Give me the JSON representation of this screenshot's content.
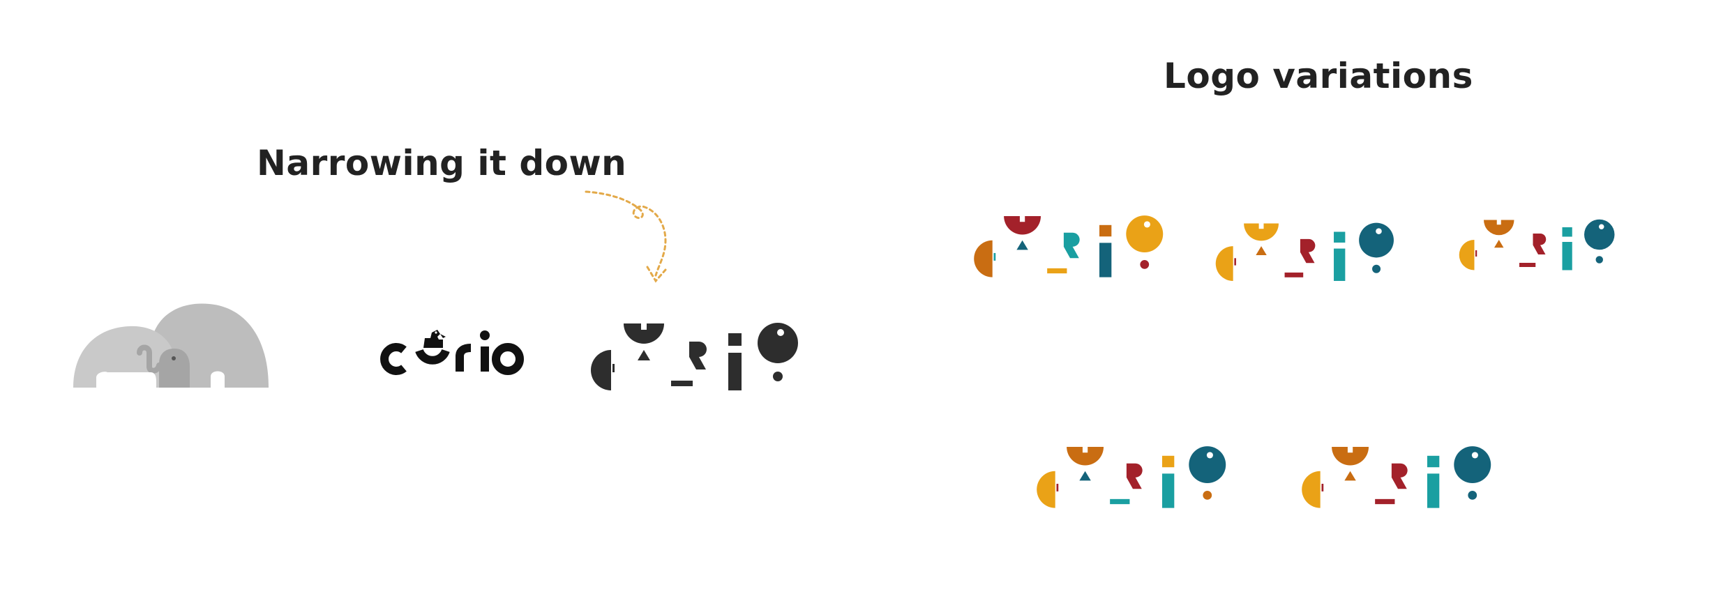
{
  "headings": {
    "narrowing": "Narrowing it down",
    "variations": "Logo variations"
  },
  "logo_text": "curio",
  "colors": {
    "text": "#222222",
    "elephant_back": "#bdbdbd",
    "elephant_mid": "#c9c9c9",
    "elephant_trunk": "#a5a5a5",
    "dark_logo": "#2d2d2d",
    "arrow": "#e3a949",
    "orange": "#eaa217",
    "burnt_orange": "#c96d12",
    "crimson": "#a3212a",
    "teal": "#1a9fa1",
    "navy_teal": "#14637a"
  },
  "icons": {
    "elephants": "elephant-pair-icon",
    "horse": "rocking-horse-icon",
    "arrow": "dotted-arrow-icon"
  }
}
